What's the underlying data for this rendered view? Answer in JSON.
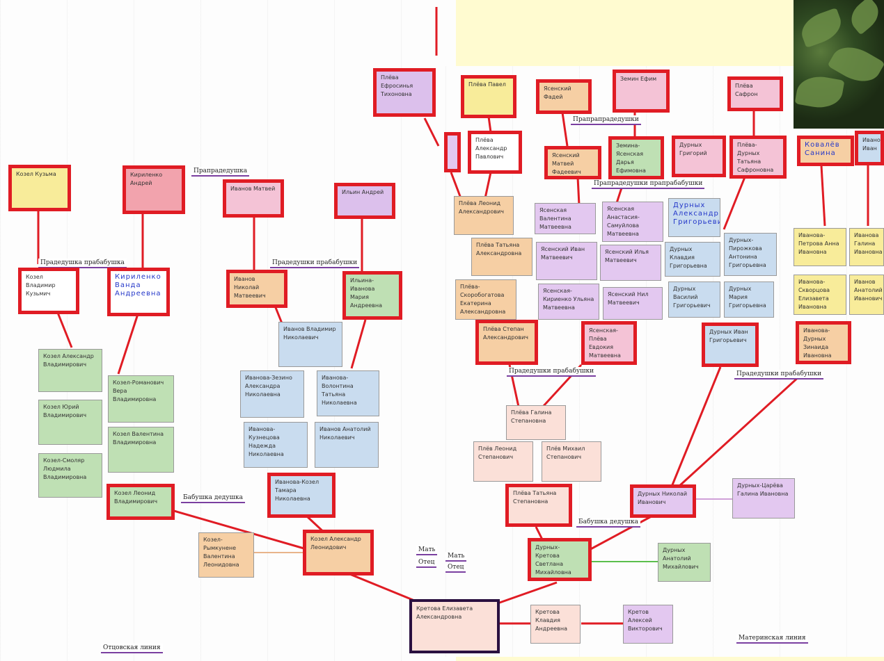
{
  "colors": {
    "red": "#e01c24",
    "link": "#e01c24",
    "green_link": "#5bbf4c",
    "background": "#fffbd0"
  },
  "labels": {
    "praprapra": "Прапрадедушка",
    "praded_pra_left1": "Прадедушка прабабушка",
    "praded_pra_left2": "Прадедушки прабабушки",
    "praprapra_right": "Прапрапрадедушки",
    "praprad_right": "Прапрадедушки прапрабабушки",
    "praded_right1": "Прадедушки прабабушки",
    "praded_right2": "Прадедушки прабабушки",
    "babushka_left": "Бабушка дедушка",
    "babushka_right": "Бабушка дедушка",
    "mat": "Мать",
    "otec": "Отец",
    "mat2": "Мать",
    "otec2": "Отец",
    "otcovskaya": "Отцовская линия",
    "materinskaya": "Материнская линия"
  },
  "people": {
    "pleva_efrosinya": "Плёва Ефросинья Тихоновна",
    "kozel_kuzma": "Козел Кузьма",
    "kirilenko_andrey": "Кириленко Андрей",
    "ivanov_matvey": "Иванов Матвей",
    "ilyin_andrey": "Ильин Андрей",
    "kozel_vladimir": "Козел Владимир Кузьмич",
    "kirilenko_vanda": "Кириленко Ванда Андреевна",
    "ivanov_nikolay": "Иванов Николай Матвеевич",
    "ilyina_maria": "Ильина-Иванова Мария Андреевна",
    "kozel_alexandr_v": "Козел Александр Владимирович",
    "kozel_romanovich": "Козел-Романович Вера Владимировна",
    "kozel_yuri": "Козел Юрий Владимирович",
    "kozel_valentina": "Козел Валентина Владимировна",
    "kozel_smolyar": "Козел-Смоляр Людмила Владимировна",
    "ivanov_vladimir": "Иванов Владимир Николаевич",
    "ivanova_zezino": "Иванова-Зезино Александра Николаевна",
    "ivanova_volontina": "Иванова-Волонтина Татьяна Николаевна",
    "ivanova_kuznecova": "Иванова-Кузнецова Надежда Николаевна",
    "ivanov_anatoliy": "Иванов Анатолий Николаевич",
    "kozel_leonid": "Козел Леонид Владимирович",
    "ivanova_kozel": "Иванова-Козел Тамара Николаевна",
    "kozel_alexandr_l": "Козел Александр Леонидович",
    "kozel_rymkunene": "Козел-Рымкунене Валентина Леонидовна",
    "kretova_elizaveta": "Кретова Елизавета Александровна",
    "pleva_pavel": "Плёва Павел",
    "yasenskiy_fadey": "Ясенский Фадей",
    "zemin_efim": "Земин Ефим",
    "pleva_safron": "Плёва Сафрон",
    "pleva_alexandr": "Плёва Александр Павлович",
    "yasenskiy_mateyi": "Ясенский Матвей Фадеевич",
    "zemina_daria": "Земина-Ясенская Дарья Ефимовна",
    "durnyh_grigoriy": "Дурных Григорий",
    "pleva_durnyh_tatyana": "Плёва-Дурных Татьяна Сафроновна",
    "kovalev_sanina": "Ковалёв Санина",
    "ivanov_ivan": "Иванов Иван",
    "pleva_leonid": "Плёва Леонид Александрович",
    "yasenskaya_valentina": "Ясенская Валентина Матвеевна",
    "yasenskaya_anastasia": "Ясенская Анастасия-Самуйлова Матвеевна",
    "durnyh_alexandr": "Дурных Александр Григорьевич",
    "pleva_tatyana": "Плёва Татьяна Александровна",
    "yasenskiy_ivan": "Ясенский Иван Матвеевич",
    "yasenskiy_ilya": "Ясенский Илья Матвеевич",
    "durnyh_klavdia": "Дурных Клавдия Григорьевна",
    "durnyh_pirozhkova": "Дурных-Пирожкова Антонина Григорьевна",
    "ivanova_petrova": "Иванова-Петрова Анна Ивановна",
    "ivanov_galina": "Иванова Галина Ивановна",
    "pleva_skorobogatova": "Плёва-Скоробогатова Екатерина Александровна",
    "yasenskaya_kirienko": "Ясенская-Кириенко Ульяна Матвеевна",
    "yasenskiy_nil": "Ясенский Нил Матвеевич",
    "durnyh_vasiliy": "Дурных Василий Григорьевич",
    "durnyh_maria": "Дурных Мария Григорьевна",
    "ivanova_skvorcova": "Иванова-Скворцова Елизавета Ивановна",
    "ivanov_anatoliy2": "Иванов Анатолий Иванович",
    "pleva_stepan": "Плёва Степан Александрович",
    "yasenskaya_pleva": "Ясенская-Плёва Евдокия Матвеевна",
    "durnyh_ivan": "Дурных Иван Григорьевич",
    "ivanova_durnyh": "Иванова-Дурных Зинаида Ивановна",
    "pleva_galina": "Плёва Галина Степановна",
    "pleva_leonid_s": "Плёв Леонид Степанович",
    "pleva_mihail": "Плёв Михаил Степанович",
    "pleva_tatyana_s": "Плёва Татьяна Степановна",
    "durnyh_nikolay": "Дурных Николай Иванович",
    "durnyh_careva": "Дурных-Царёва Галина Ивановна",
    "durnyh_kretova": "Дурных-Кретова Светлана Михайловна",
    "durnyh_anatoliy": "Дурных Анатолий Михайлович",
    "kretova_klavdia": "Кретова Клавдия Андреевна",
    "kretov_alexey": "Кретов Алексей Викторович"
  }
}
